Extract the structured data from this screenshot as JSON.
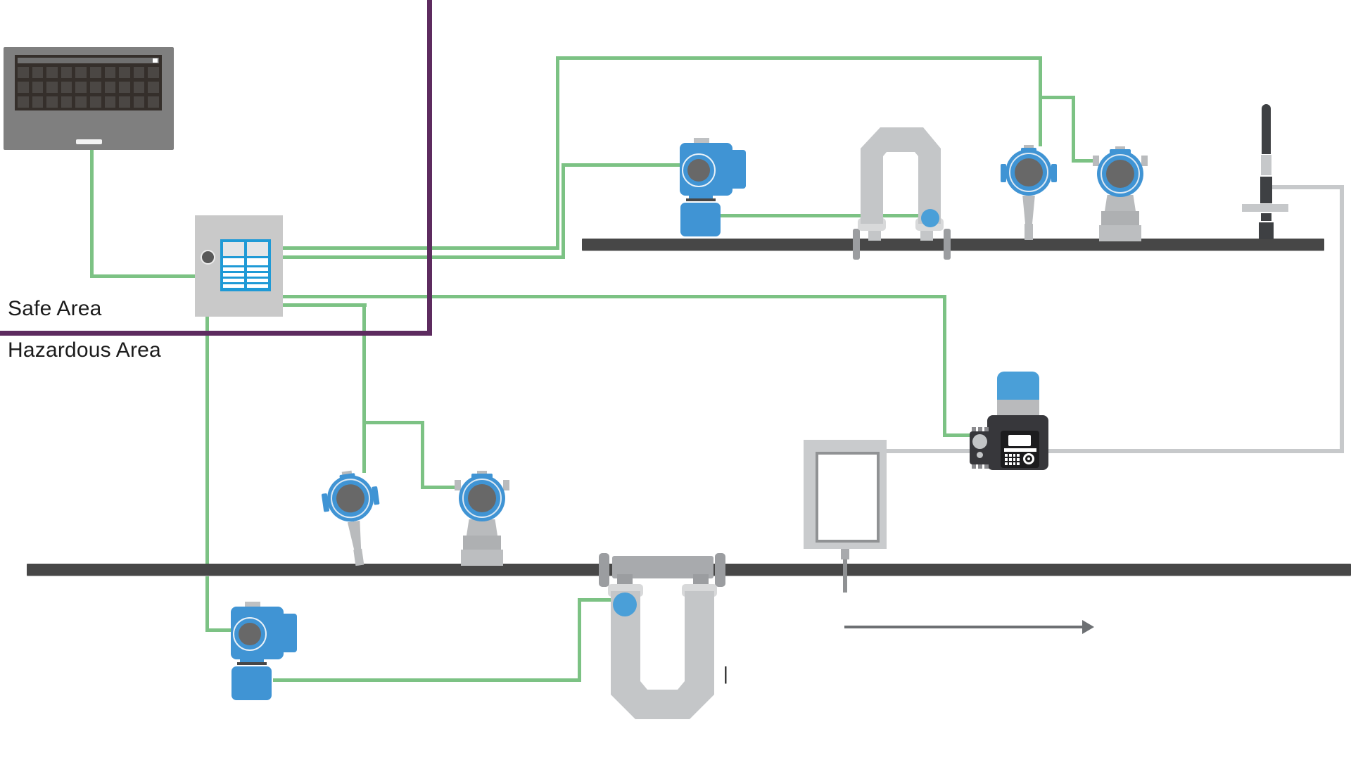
{
  "labels": {
    "safe_area": "Safe Area",
    "hazardous_area": "Hazardous Area",
    "cursor_mark": "|"
  },
  "colors": {
    "signal_green": "#7cc284",
    "signal_gray": "#c7c9cb",
    "area_boundary_purple": "#5d2b5f",
    "pipe_dark": "#474747",
    "device_blue": "#4094d4",
    "dot_blue": "#4a9fd8",
    "panel_blue": "#1f9ad6",
    "meter_gray": "#c4c6c8",
    "gateway_dark": "#37373b",
    "arrow_gray": "#6d7073"
  },
  "diagram": {
    "areas": [
      "Safe Area",
      "Hazardous Area"
    ],
    "nodes": [
      "control-room-console",
      "safety-barrier-junction-box",
      "control-valve-top",
      "coriolis-meter-top",
      "transmitter-top-1",
      "transmitter-top-2",
      "antenna-thermowell",
      "wireless-gateway",
      "display-frame",
      "transmitter-bottom-1",
      "transmitter-bottom-2",
      "coriolis-meter-bottom",
      "control-valve-bottom",
      "flow-direction-arrow"
    ],
    "connections": [
      {
        "from": "control-room-console",
        "to": "safety-barrier-junction-box",
        "type": "green-signal"
      },
      {
        "from": "safety-barrier-junction-box",
        "to": "transmitter-top-1",
        "type": "green-signal"
      },
      {
        "from": "safety-barrier-junction-box",
        "to": "transmitter-top-2",
        "type": "green-signal"
      },
      {
        "from": "safety-barrier-junction-box",
        "to": "control-valve-top",
        "type": "green-signal"
      },
      {
        "from": "safety-barrier-junction-box",
        "to": "wireless-gateway",
        "type": "green-signal"
      },
      {
        "from": "safety-barrier-junction-box",
        "to": "transmitter-bottom-1",
        "type": "green-signal"
      },
      {
        "from": "safety-barrier-junction-box",
        "to": "transmitter-bottom-2",
        "type": "green-signal"
      },
      {
        "from": "safety-barrier-junction-box",
        "to": "control-valve-bottom",
        "type": "green-signal"
      },
      {
        "from": "control-valve-top",
        "to": "coriolis-meter-top",
        "type": "green-signal"
      },
      {
        "from": "control-valve-bottom",
        "to": "coriolis-meter-bottom",
        "type": "green-signal"
      },
      {
        "from": "antenna-thermowell",
        "to": "wireless-gateway",
        "type": "gray-signal"
      },
      {
        "from": "display-frame",
        "to": "wireless-gateway",
        "type": "gray-signal"
      }
    ]
  }
}
